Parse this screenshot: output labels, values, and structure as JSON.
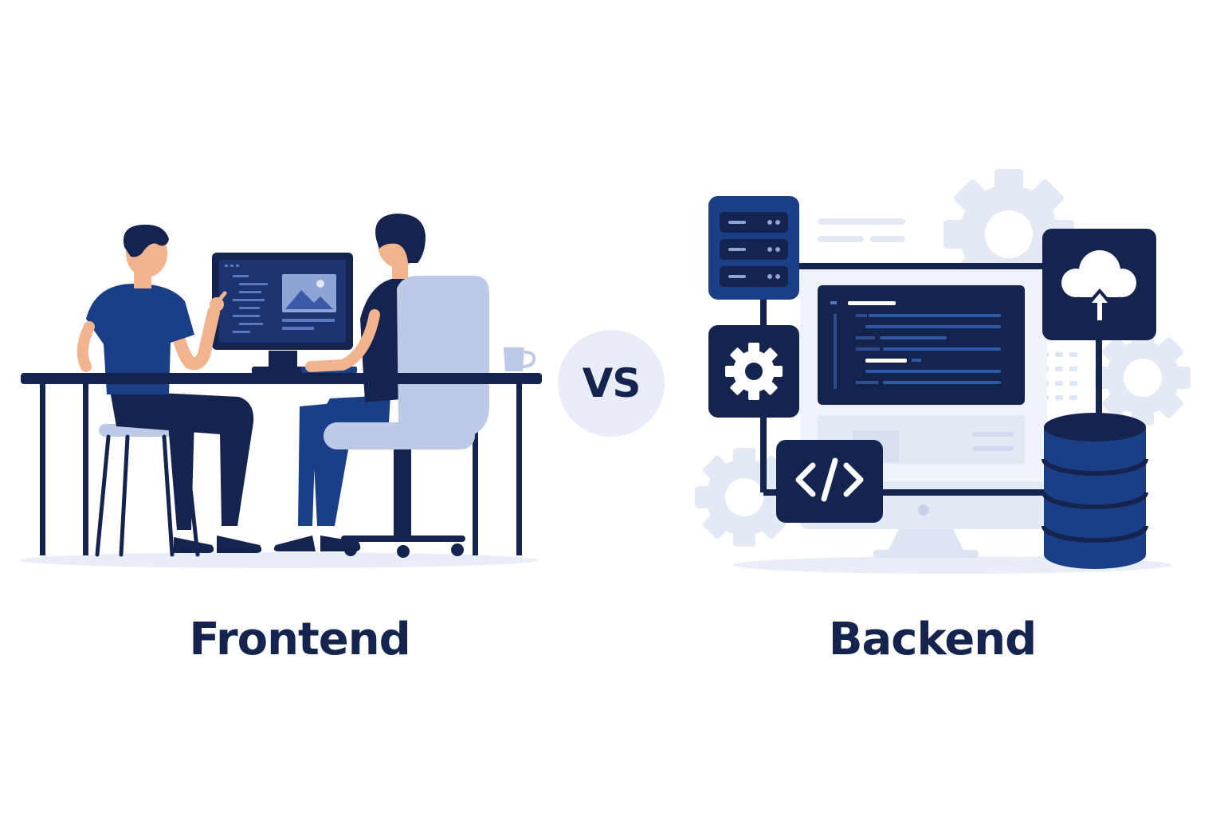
{
  "labels": {
    "frontend": "Frontend",
    "vs": "VS",
    "backend": "Backend"
  },
  "colors": {
    "navy": "#14244f",
    "blue": "#1b3f86",
    "light_blue": "#bccae8",
    "pale_blue": "#e3e9f5",
    "skin": "#f2b48f"
  },
  "icons": [
    "server-rack-icon",
    "gear-icon",
    "code-brackets-icon",
    "cloud-upload-icon",
    "database-icon",
    "image-icon",
    "coffee-mug-icon"
  ]
}
